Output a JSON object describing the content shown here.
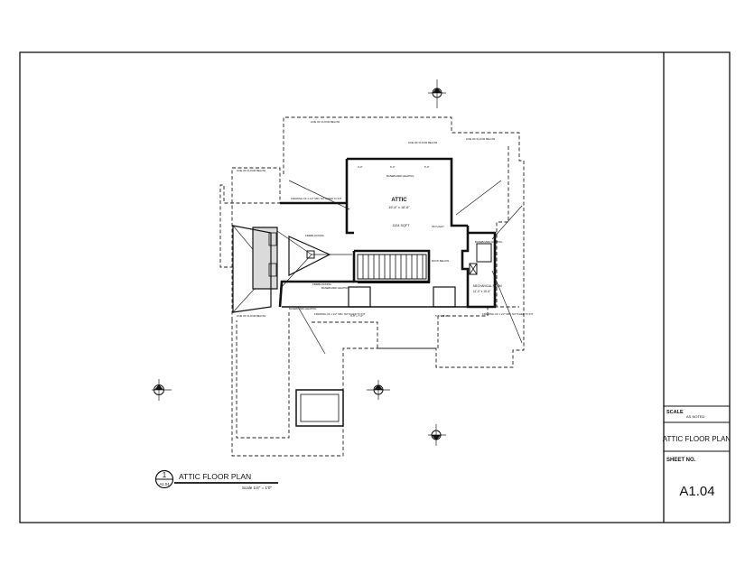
{
  "drawing": {
    "view_number": "1",
    "view_sheet": "A1.04",
    "view_title": "ATTIC FLOOR PLAN",
    "view_scale": "Scale 1/4\" = 1'0\""
  },
  "rooms": {
    "attic_name": "ATTIC",
    "attic_dims": "19'-6\" x 16'-6\"",
    "attic_area": "1134 SQFT",
    "mech_name": "MECHANICAL ROOM",
    "mech_dims": "11'-0\" x 15'-6\""
  },
  "notes": {
    "baseboard_top": "BASEBOARD HEATING",
    "baseboard_left": "BASEBOARD HEATING",
    "baseboard_bottom_left": "BASEBOARD HEATING",
    "baseboard_right": "BASEBOARD HEATING",
    "fireblocking_left": "FIREBLOCKING",
    "fireblocking_mid": "FIREBLOCKING",
    "framing_left_top": "FRAMING OF 1 1/2\" MIN. NOTCHED TO FIT",
    "framing_left_bottom": "FRAMING OF 1 1/2\" MIN. NOTCHED TO FIT",
    "framing_right_bottom": "FRAMING OF 1 1/2\" MIN. NOTCHED TO FIT",
    "line_of_floor_below_1": "LINE OF FLOOR BELOW",
    "line_of_floor_below_2": "LINE OF FLOOR BELOW",
    "line_of_floor_below_3": "LINE OF FLOOR BELOW",
    "line_of_floor_below_4": "LINE OF FLOOR BELOW",
    "line_of_floor_below_5": "LINE OF FLOOR BELOW",
    "roof_below": "ROOF BELOW",
    "skylight": "SKYLIGHT",
    "dim_1": "4'-0\"",
    "dim_2": "6'-0\"",
    "dim_3": "5'-0\"",
    "dim_4": "6'-8\" x 7'-0\"",
    "dim_5": "5'-6\" x 8'-0\""
  },
  "title_block": {
    "scale_label": "SCALE",
    "scale_value": "AS NOTED",
    "drawing_title": "ATTIC FLOOR PLAN",
    "sheet_label": "SHEET NO.",
    "sheet_number": "A1.04"
  },
  "colors": {
    "ink": "#111111",
    "paper": "#ffffff",
    "hatch": "#dadada"
  }
}
